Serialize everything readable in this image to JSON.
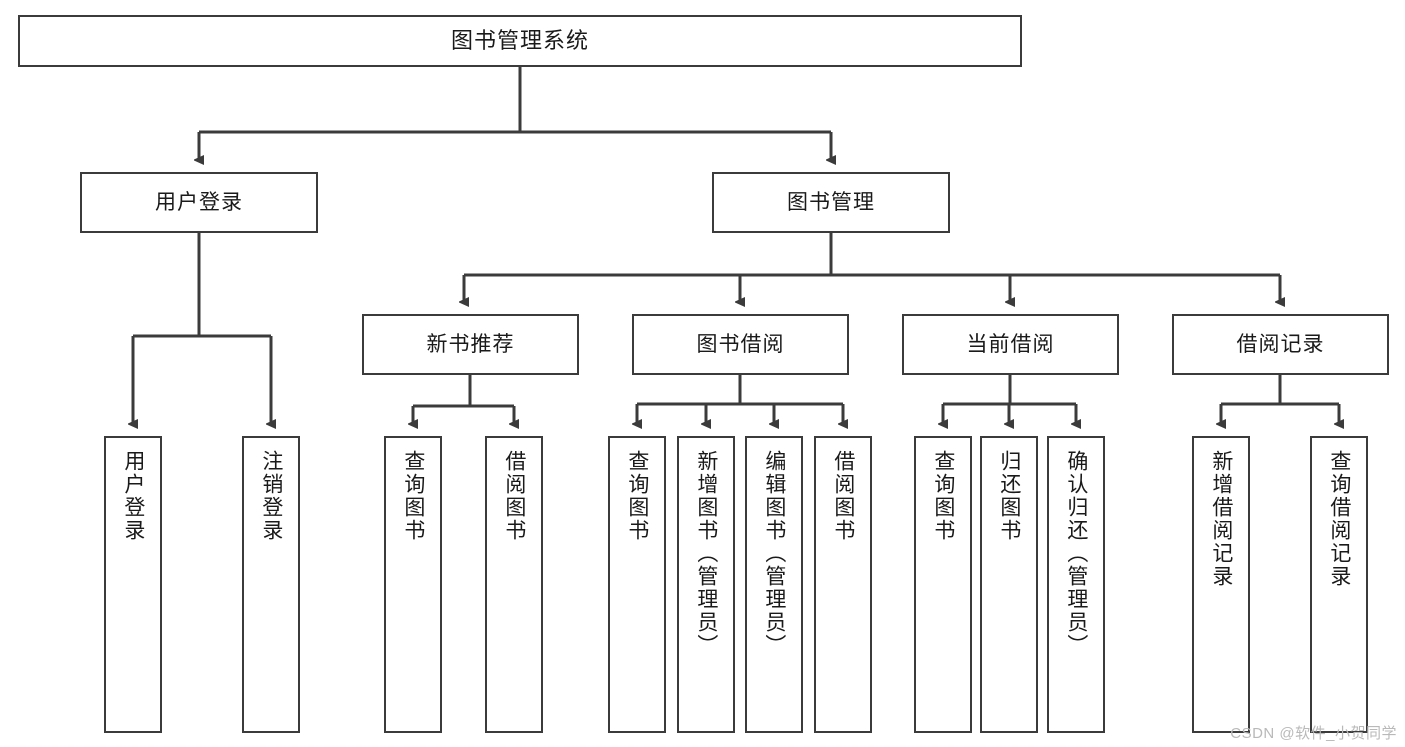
{
  "diagram": {
    "title": "图书管理系统",
    "watermark": "CSDN @软件_小贺同学",
    "colors": {
      "stroke": "#3b3b3b",
      "fill": "#ffffff",
      "text": "#1a1a1a",
      "watermark": "#b9b9b9"
    },
    "root": {
      "label": "图书管理系统"
    },
    "level2": [
      {
        "label": "用户登录"
      },
      {
        "label": "图书管理"
      }
    ],
    "level3": [
      {
        "label": "新书推荐"
      },
      {
        "label": "图书借阅"
      },
      {
        "label": "当前借阅"
      },
      {
        "label": "借阅记录"
      }
    ],
    "leaves": {
      "user_login": [
        {
          "label": "用户登录"
        },
        {
          "label": "注销登录"
        }
      ],
      "new_book": [
        {
          "label": "查询图书"
        },
        {
          "label": "借阅图书"
        }
      ],
      "book_borrow": [
        {
          "label": "查询图书"
        },
        {
          "label": "新增图书（管理员）"
        },
        {
          "label": "编辑图书（管理员）"
        },
        {
          "label": "借阅图书"
        }
      ],
      "current_borrow": [
        {
          "label": "查询图书"
        },
        {
          "label": "归还图书"
        },
        {
          "label": "确认归还（管理员）"
        }
      ],
      "borrow_record": [
        {
          "label": "新增借阅记录"
        },
        {
          "label": "查询借阅记录"
        }
      ]
    }
  }
}
